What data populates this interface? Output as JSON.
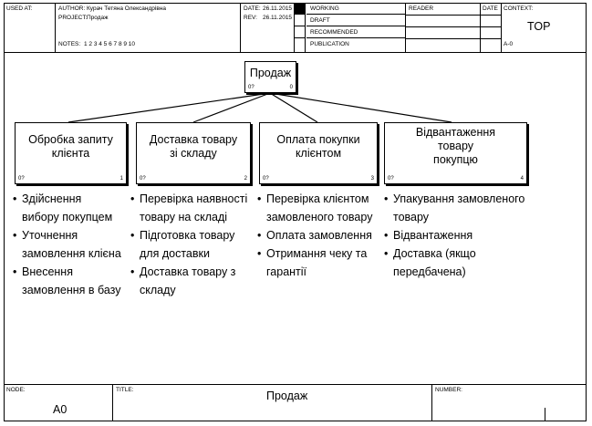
{
  "header": {
    "used_at_label": "USED AT:",
    "author_label": "AUTHOR:",
    "author": "Курач Тетяна Олександрівна",
    "project_label": "PROJECT:",
    "project": "Продаж",
    "notes_label": "NOTES:",
    "notes": "1 2 3 4 5 6 7 8 9 10",
    "date_label": "DATE:",
    "date": "26.11.2015",
    "rev_label": "REV:",
    "rev": "26.11.2015",
    "statuses": [
      "WORKING",
      "DRAFT",
      "RECOMMENDED",
      "PUBLICATION"
    ],
    "reader_label": "READER",
    "reader_date_label": "DATE",
    "context_label": "CONTEXT:",
    "context_value": "TOP",
    "context_node": "A-0"
  },
  "diagram": {
    "parent": {
      "label": "Продаж",
      "left_num": "0?",
      "right_num": "0"
    },
    "children": [
      {
        "label_lines": [
          "Обробка запиту",
          "клієнта"
        ],
        "left_num": "0?",
        "right_num": "1",
        "bullets": [
          [
            "Здійснення",
            "вибору покупцем"
          ],
          [
            "Уточнення",
            "замовлення клієна"
          ],
          [
            "Внесення",
            "замовлення в базу"
          ]
        ]
      },
      {
        "label_lines": [
          "Доставка товару",
          "зі складу"
        ],
        "left_num": "0?",
        "right_num": "2",
        "bullets": [
          [
            "Перевірка наявності",
            "товару на складі"
          ],
          [
            "Підготовка товару",
            "для доставки"
          ],
          [
            "Доставка товару з",
            "складу"
          ]
        ]
      },
      {
        "label_lines": [
          "Оплата покупки",
          "клієнтом"
        ],
        "left_num": "0?",
        "right_num": "3",
        "bullets": [
          [
            "Перевірка клієнтом",
            "замовленого товару"
          ],
          [
            "Оплата замовлення"
          ],
          [
            "Отримання чеку  та",
            "гарантії"
          ]
        ]
      },
      {
        "label_lines": [
          "Відвантаження",
          "товару",
          "покупцю"
        ],
        "left_num": "0?",
        "right_num": "4",
        "bullets": [
          [
            "Упакування замовленого",
            "товару"
          ],
          [
            "Відвантаження"
          ],
          [
            "Доставка  (якщо",
            "передбачена)"
          ]
        ]
      }
    ]
  },
  "footer": {
    "node_label": "NODE:",
    "node_value": "A0",
    "title_label": "TITLE:",
    "title_value": "Продаж",
    "number_label": "NUMBER:"
  }
}
